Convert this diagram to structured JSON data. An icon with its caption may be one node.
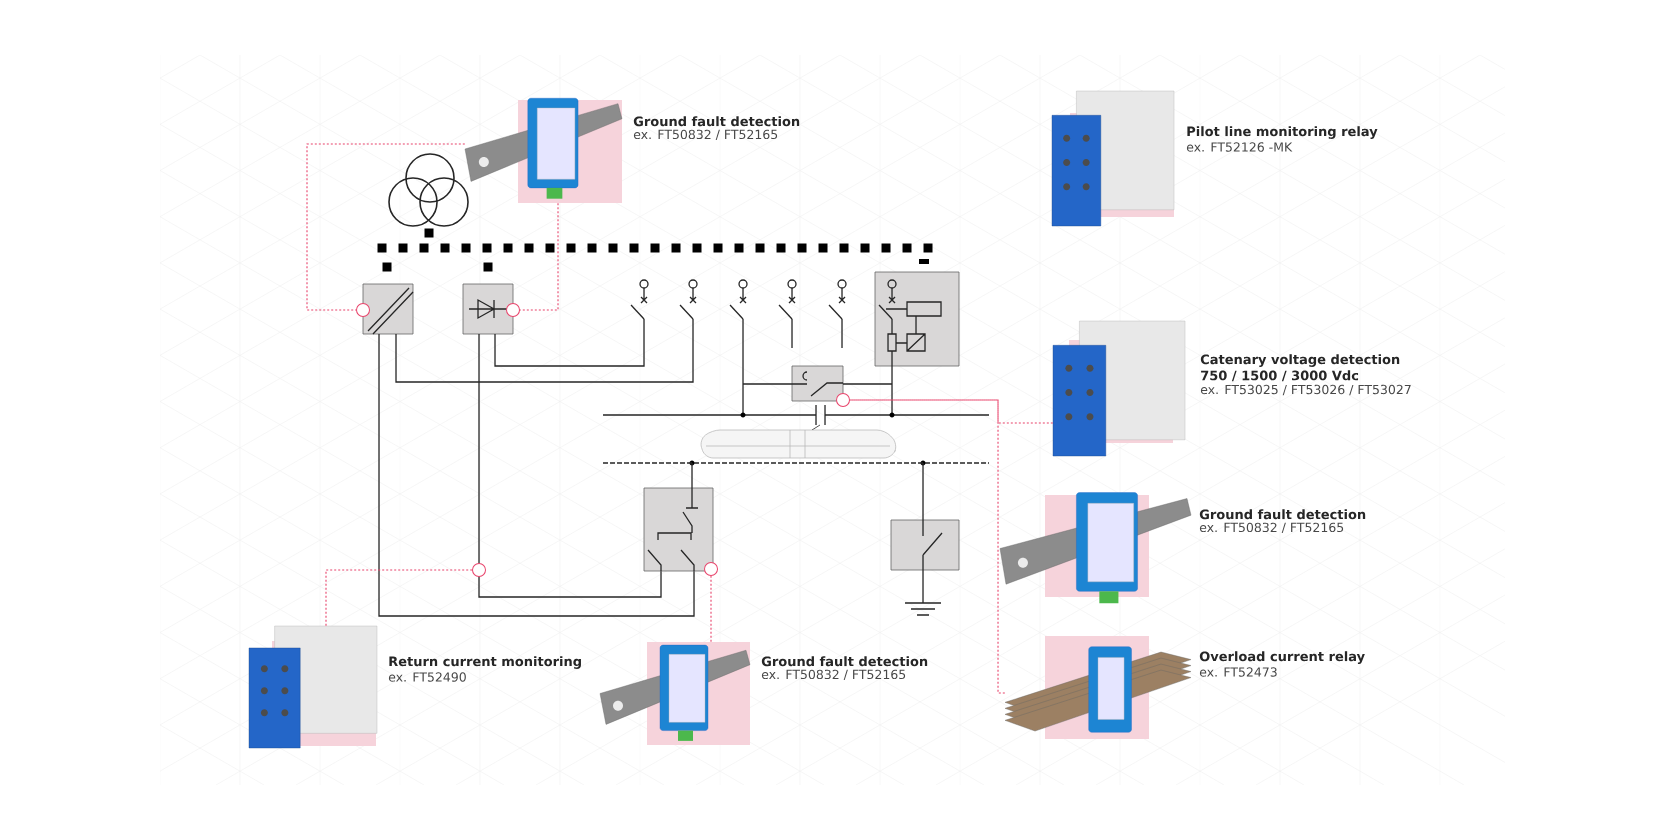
{
  "diagram": {
    "nodes": [
      {
        "text": [
          "Ground fault detection",
          "ex. FT50832 / FT52165"
        ]
      },
      {
        "text": [
          "Pilot line monitoring relay",
          "ex. FT52126 -MK"
        ]
      },
      {
        "text": [
          "Catenary voltage detection",
          "750 / 1500 / 3000 Vdc",
          "ex. FT53025 / FT53026 / FT53027"
        ]
      },
      {
        "text": [
          "Ground fault detection",
          "ex. FT50832 / FT52165"
        ]
      },
      {
        "text": [
          "Overload current relay",
          "ex. FT52473"
        ]
      },
      {
        "text": [
          "Return current monitoring",
          "ex. FT52490"
        ]
      },
      {
        "text": [
          "Ground fault detection",
          "ex. FT50832 / FT52165"
        ]
      },
      {
        "text": [],
        "shape": "circle"
      },
      {
        "text": [],
        "shape": "circle"
      },
      {
        "text": [],
        "shape": "circle"
      },
      {
        "text": [],
        "shape": "circle"
      },
      {
        "text": [],
        "shape": "circle"
      }
    ],
    "edges": [
      {
        "from": 0,
        "to": 7,
        "arrow": "none"
      },
      {
        "from": 0,
        "to": 8,
        "arrow": "none"
      },
      {
        "from": 2,
        "to": 9,
        "arrow": "none"
      },
      {
        "from": 4,
        "to": 9,
        "arrow": "none"
      },
      {
        "from": 5,
        "to": 10,
        "arrow": "none"
      },
      {
        "from": 6,
        "to": 11,
        "arrow": "none"
      }
    ]
  }
}
